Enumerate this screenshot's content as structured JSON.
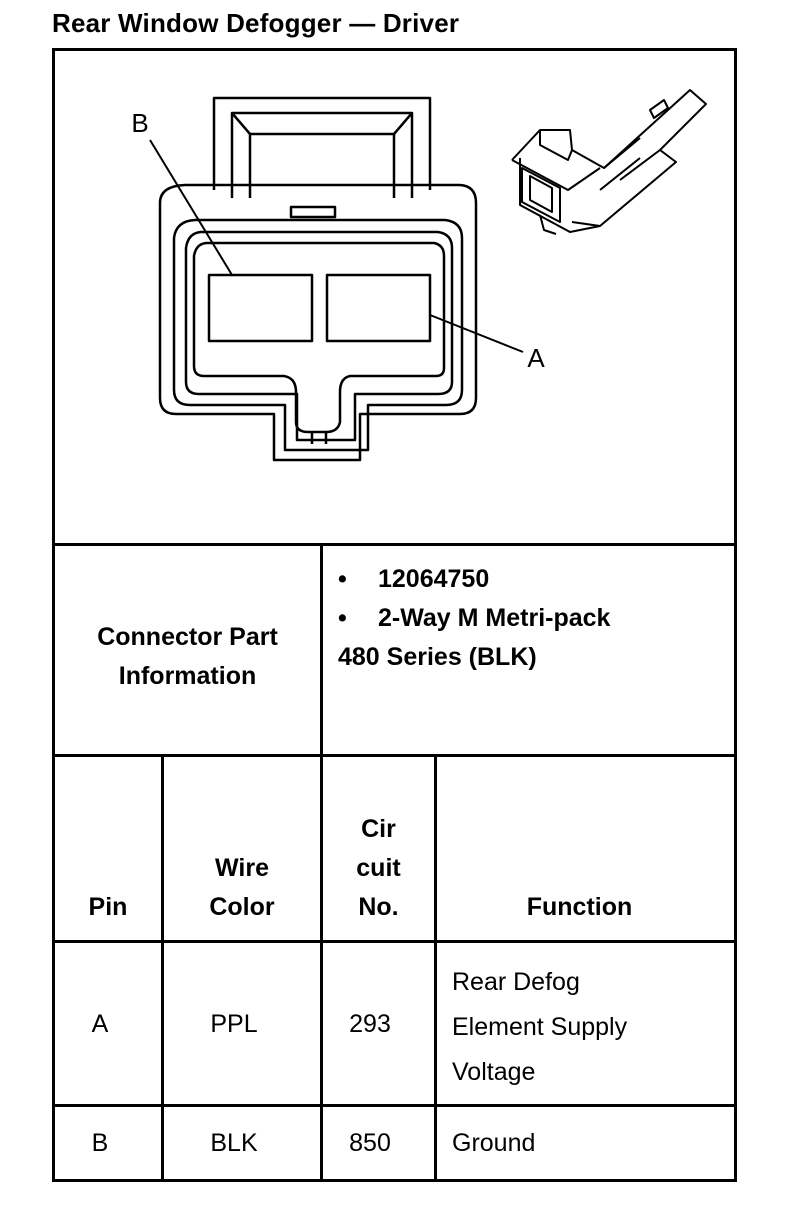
{
  "title": "Rear Window Defogger — Driver",
  "diagram": {
    "labels": {
      "pin_b": "B",
      "pin_a": "A"
    }
  },
  "connector_info": {
    "label_line1": "Connector Part",
    "label_line2": "Information",
    "bullet": "•",
    "part_number": "12064750",
    "type_line1": "2-Way M Metri-pack",
    "type_line2": "480 Series (BLK)"
  },
  "table": {
    "headers": {
      "pin": "Pin",
      "wire_color_1": "Wire",
      "wire_color_2": "Color",
      "circuit_1": "Cir",
      "circuit_2": "cuit",
      "circuit_3": "No.",
      "function": "Function"
    },
    "rows": [
      {
        "pin": "A",
        "wire_color": "PPL",
        "circuit": "293",
        "function_1": "Rear Defog",
        "function_2": "Element Supply",
        "function_3": "Voltage"
      },
      {
        "pin": "B",
        "wire_color": "BLK",
        "circuit": "850",
        "function_1": "Ground"
      }
    ]
  }
}
